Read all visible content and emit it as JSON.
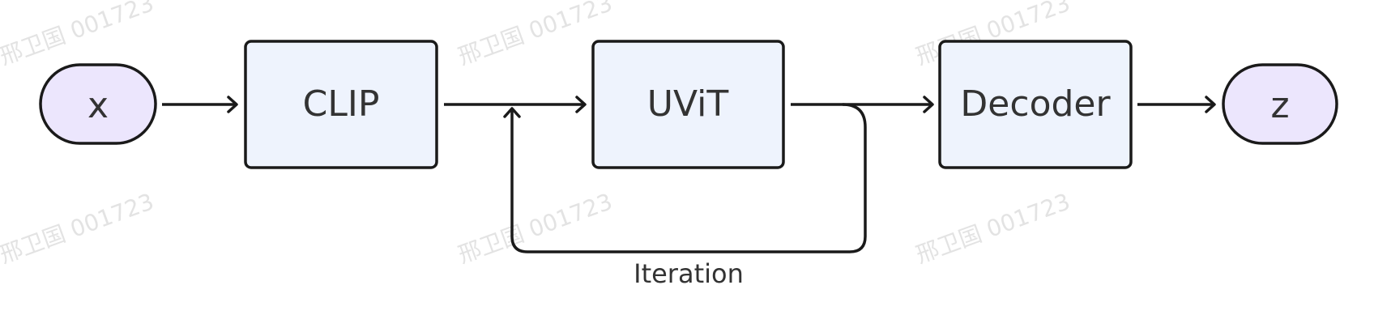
{
  "watermark": "邢卫国 001723",
  "nodes": {
    "input": "x",
    "clip": "CLIP",
    "uvit": "UViT",
    "decoder": "Decoder",
    "output": "z"
  },
  "edges": {
    "loop_label": "Iteration"
  },
  "colors": {
    "terminal_fill": "#ECE6FD",
    "process_fill": "#EEF3FD",
    "stroke": "#1a1a1a",
    "text": "#333333"
  }
}
